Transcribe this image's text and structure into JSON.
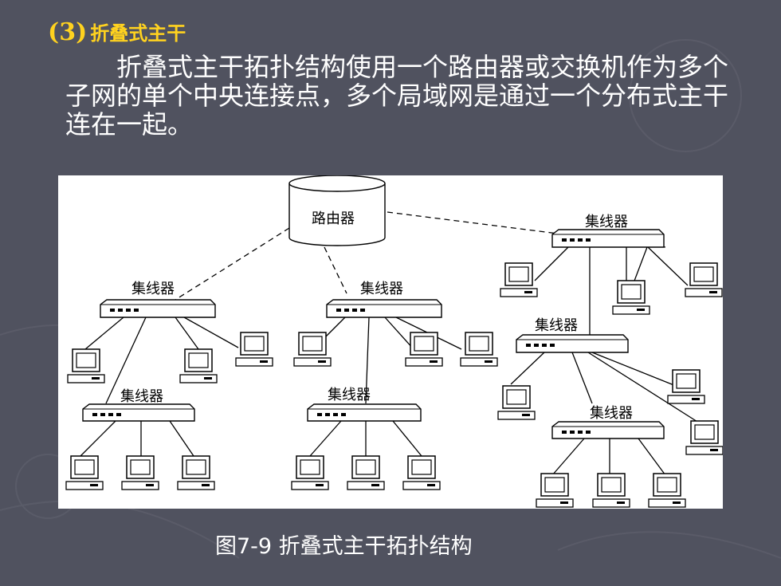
{
  "heading": {
    "number": "(3)",
    "title": "折叠式主干"
  },
  "paragraph": "折叠式主干拓扑结构使用一个路由器或交换机作为多个子网的单个中央连接点，多个局域网是通过一个分布式主干连在一起。",
  "diagram": {
    "router_label": "路由器",
    "hubs": [
      {
        "id": "hub-top-right",
        "label": "集线器"
      },
      {
        "id": "hub-left",
        "label": "集线器"
      },
      {
        "id": "hub-mid",
        "label": "集线器"
      },
      {
        "id": "hub-right-mid",
        "label": "集线器"
      },
      {
        "id": "hub-left-lower",
        "label": "集线器"
      },
      {
        "id": "hub-mid-lower",
        "label": "集线器"
      },
      {
        "id": "hub-right-lower",
        "label": "集线器"
      }
    ]
  },
  "caption": "图7-9  折叠式主干拓扑结构"
}
